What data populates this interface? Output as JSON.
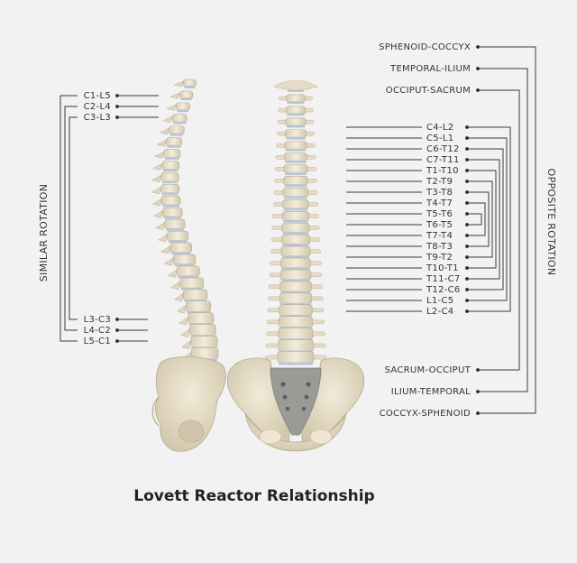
{
  "title": "Lovett Reactor Relationship",
  "similar": {
    "label": "SIMILAR ROTATION",
    "top_pairs": [
      "C1-L5",
      "C2-L4",
      "C3-L3"
    ],
    "bottom_pairs": [
      "L3-C3",
      "L4-C2",
      "L5-C1"
    ]
  },
  "opposite": {
    "label": "OPPOSITE ROTATION",
    "top_pairs": [
      "SPHENOID-COCCYX",
      "TEMPORAL-ILIUM",
      "OCCIPUT-SACRUM"
    ],
    "middle_pairs": [
      "C4-L2",
      "C5-L1",
      "C6-T12",
      "C7-T11",
      "T1-T10",
      "T2-T9",
      "T3-T8",
      "T4-T7",
      "T5-T6",
      "T6-T5",
      "T7-T4",
      "T8-T3",
      "T9-T2",
      "T10-T1",
      "T11-C7",
      "T12-C6",
      "L1-C5",
      "L2-C4"
    ],
    "bottom_pairs": [
      "SACRUM-OCCIPUT",
      "ILIUM-TEMPORAL",
      "COCCYX-SPHENOID"
    ]
  },
  "colors": {
    "bone": "#ece3cf",
    "bone_shade": "#c9bea4",
    "disc": "#b9c6d2",
    "line": "#3a3a3a",
    "background": "#f2f2f2"
  }
}
